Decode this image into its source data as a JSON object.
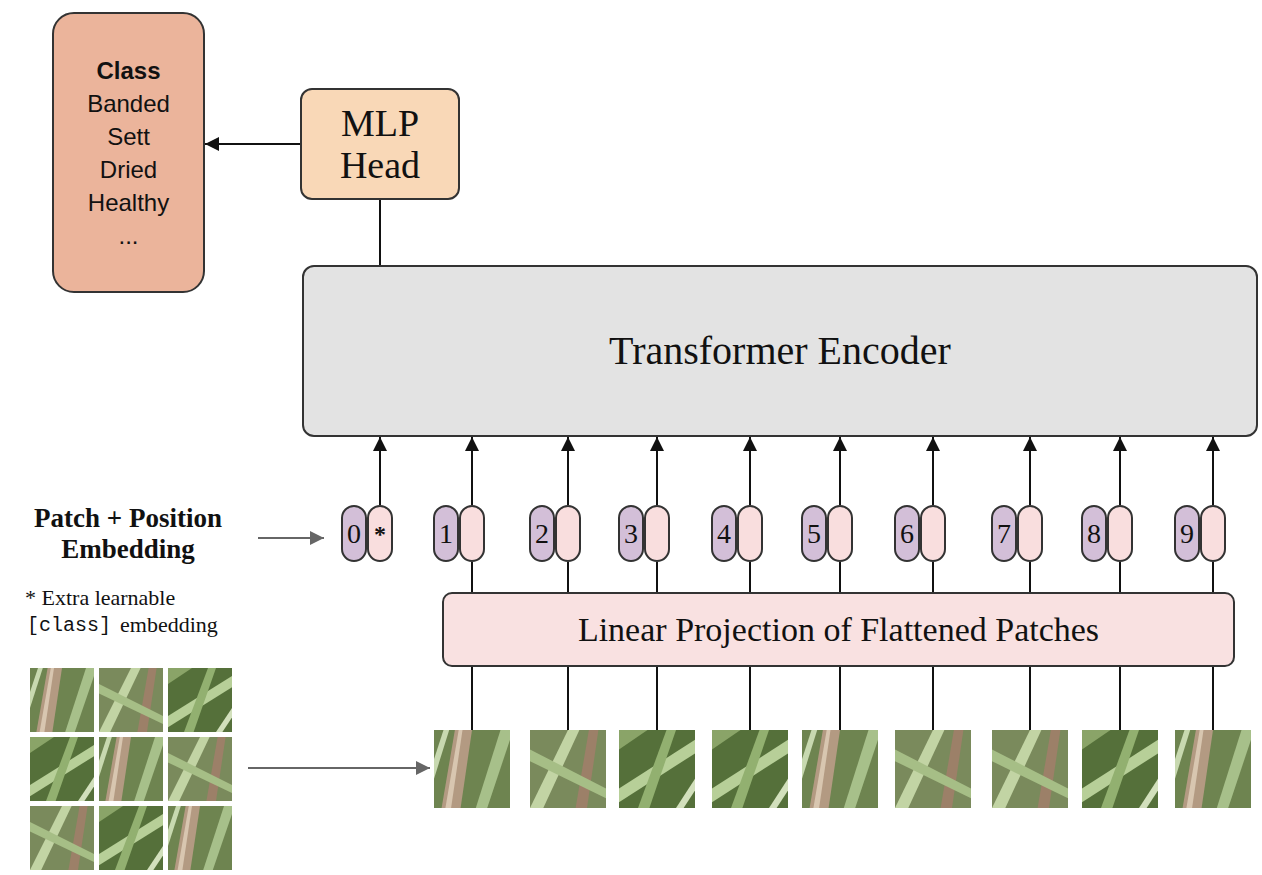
{
  "diagram": {
    "nodes": [
      {
        "text": [
          "Class",
          "Banded",
          "Sett",
          "Dried",
          "Healthy",
          "..."
        ]
      },
      {
        "text": [
          "MLP Head"
        ]
      },
      {
        "text": [
          "Transformer Encoder"
        ]
      },
      {
        "text": [
          "0",
          "*"
        ]
      },
      {
        "text": [
          "1"
        ]
      },
      {
        "text": [
          "2"
        ]
      },
      {
        "text": [
          "3"
        ]
      },
      {
        "text": [
          "4"
        ]
      },
      {
        "text": [
          "5"
        ]
      },
      {
        "text": [
          "6"
        ]
      },
      {
        "text": [
          "7"
        ]
      },
      {
        "text": [
          "8"
        ]
      },
      {
        "text": [
          "9"
        ]
      },
      {
        "text": [
          "Linear Projection of Flattened Patches"
        ]
      }
    ],
    "edges": [
      {
        "from": 1,
        "to": 0,
        "arrow": "to"
      },
      {
        "from": 2,
        "to": 1,
        "arrow": "none"
      },
      {
        "from": 3,
        "to": 2,
        "arrow": "to"
      },
      {
        "from": 4,
        "to": 2,
        "arrow": "to"
      },
      {
        "from": 5,
        "to": 2,
        "arrow": "to"
      },
      {
        "from": 6,
        "to": 2,
        "arrow": "to"
      },
      {
        "from": 7,
        "to": 2,
        "arrow": "to"
      },
      {
        "from": 8,
        "to": 2,
        "arrow": "to"
      },
      {
        "from": 9,
        "to": 2,
        "arrow": "to"
      },
      {
        "from": 10,
        "to": 2,
        "arrow": "to"
      },
      {
        "from": 11,
        "to": 2,
        "arrow": "to"
      },
      {
        "from": 12,
        "to": 2,
        "arrow": "to"
      },
      {
        "from": 13,
        "to": 4,
        "arrow": "none"
      },
      {
        "from": 13,
        "to": 5,
        "arrow": "none"
      },
      {
        "from": 13,
        "to": 6,
        "arrow": "none"
      },
      {
        "from": 13,
        "to": 7,
        "arrow": "none"
      },
      {
        "from": 13,
        "to": 8,
        "arrow": "none"
      },
      {
        "from": 13,
        "to": 9,
        "arrow": "none"
      },
      {
        "from": 13,
        "to": 10,
        "arrow": "none"
      },
      {
        "from": 13,
        "to": 11,
        "arrow": "none"
      },
      {
        "from": 13,
        "to": 12,
        "arrow": "none"
      }
    ],
    "labels": [
      "Patch + Position Embedding",
      "* Extra learnable",
      "[class]",
      "embedding"
    ]
  }
}
